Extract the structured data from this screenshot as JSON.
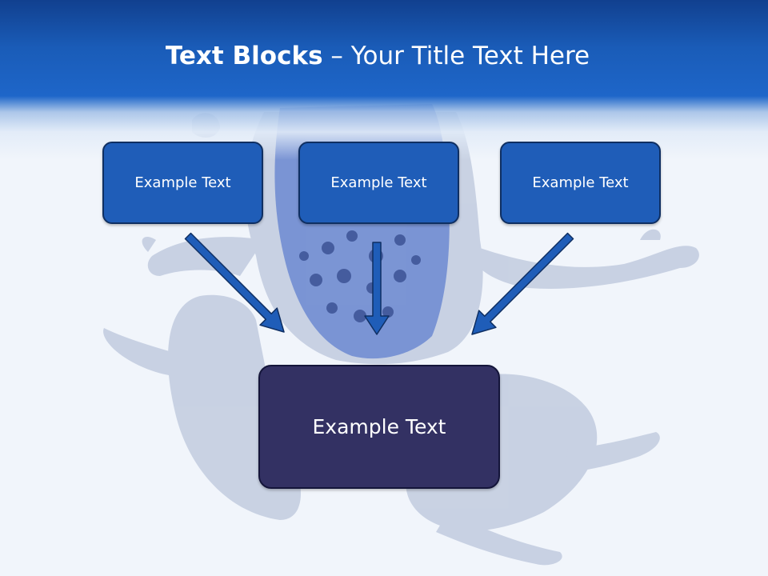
{
  "slide": {
    "title_bold": "Text Blocks",
    "title_separator": " – ",
    "title_rest": "Your Title Text Here",
    "boxes": [
      {
        "label": "Example Text"
      },
      {
        "label": "Example Text"
      },
      {
        "label": "Example Text"
      }
    ],
    "main_box": {
      "label": "Example Text"
    }
  },
  "colors": {
    "header_blue": "#1e66c9",
    "box_blue": "#1f5db8",
    "box_border": "#0f2f62",
    "main_box_fill": "#333163",
    "arrow_fill": "#1f5db8",
    "background": "#f1f5fb"
  },
  "icons": {
    "background_image": "frog-image",
    "connectors": [
      "arrow-down-right-icon",
      "arrow-down-icon",
      "arrow-down-left-icon"
    ]
  }
}
